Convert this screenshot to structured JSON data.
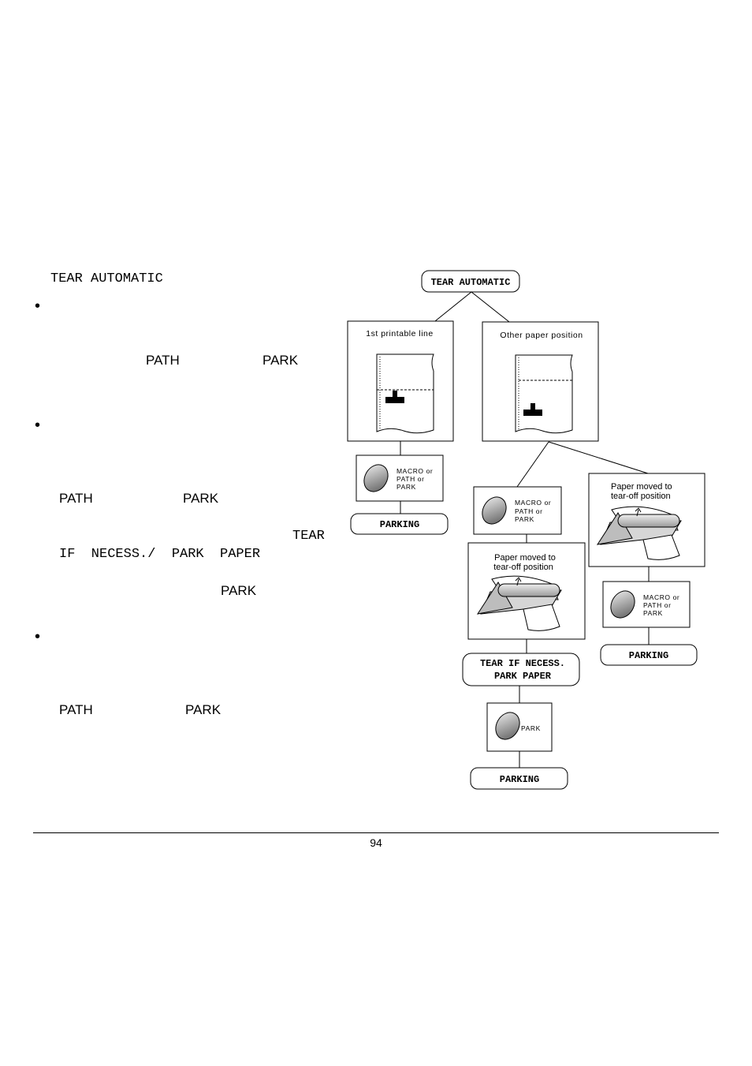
{
  "text": {
    "heading": "TEAR AUTOMATIC",
    "b1_path": "PATH",
    "b1_park": "PARK",
    "b2_path": "PATH",
    "b2_park": "PARK",
    "b2_tear": "TEAR",
    "b2_mono_line": "IF  NECESS./  PARK  PAPER",
    "b2_park2": "PARK",
    "b3_path": "PATH",
    "b3_park": "PARK",
    "bullet": "•"
  },
  "diagram": {
    "top_label": "TEAR AUTOMATIC",
    "left_box_title": "1st printable line",
    "right_box_title": "Other paper position",
    "macro_line1": "MACRO or",
    "macro_line2": "PATH or",
    "macro_line3": "PARK",
    "parking": "PARKING",
    "moved_line1": "Paper moved to",
    "moved_line2": "tear-off position",
    "tear_line1": "TEAR IF NECESS.",
    "tear_line2": "PARK PAPER",
    "park_key": "PARK"
  },
  "page_number": "94"
}
